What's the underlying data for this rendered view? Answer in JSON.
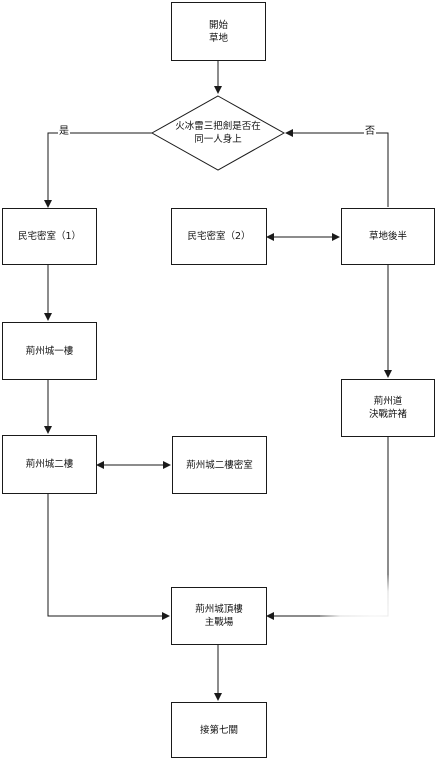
{
  "nodes": {
    "start": {
      "lines": [
        "開始",
        "草地"
      ]
    },
    "decision": {
      "lines": [
        "火冰雷三把劍是否在",
        "同一人身上"
      ]
    },
    "house_left": {
      "lines": [
        "民宅密室（1）"
      ]
    },
    "house_mid": {
      "lines": [
        "民宅密室（2）"
      ]
    },
    "grass_later": {
      "lines": [
        "草地後半"
      ]
    },
    "city_1f": {
      "lines": [
        "荊州城一樓"
      ]
    },
    "city_2f": {
      "lines": [
        "荊州城二樓"
      ]
    },
    "city_2f_room": {
      "lines": [
        "荊州城二樓密室"
      ]
    },
    "road_duel": {
      "lines": [
        "荊州道",
        "決戰許褚"
      ]
    },
    "city_top": {
      "lines": [
        "荊州城頂樓",
        "主戰場"
      ]
    },
    "next_chapter": {
      "lines": [
        "接第七關"
      ]
    }
  },
  "labels": {
    "yes": "是",
    "no": "否"
  },
  "colors": {
    "line": "#1a1a1a",
    "box_border": "#1a1a1a",
    "background": "#ffffff"
  }
}
